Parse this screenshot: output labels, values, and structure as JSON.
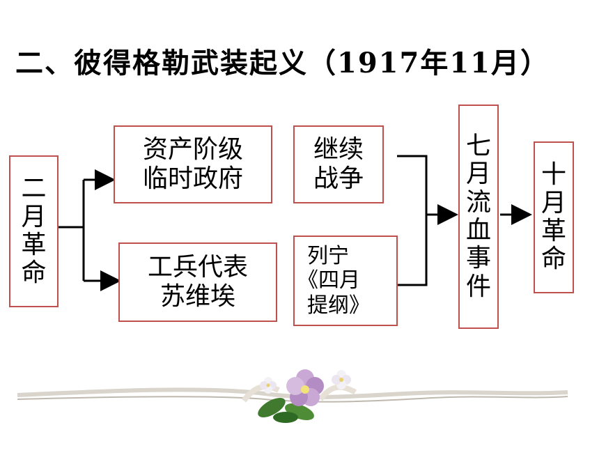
{
  "title": "二、彼得格勒武装起义（1917年11月）",
  "nodes": {
    "feb_revolution": "二月革命",
    "provisional_gov": [
      "资产阶级",
      "临时政府"
    ],
    "continue_war": [
      "继续",
      "战争"
    ],
    "soviets": [
      "工兵代表",
      "苏维埃"
    ],
    "lenin_theses": [
      "列宁",
      "《四月",
      "提纲》"
    ],
    "july_days": "七月流血事件",
    "october_revolution": "十月革命"
  },
  "colors": {
    "box_border": "#c0504d",
    "arrow": "#000000"
  }
}
